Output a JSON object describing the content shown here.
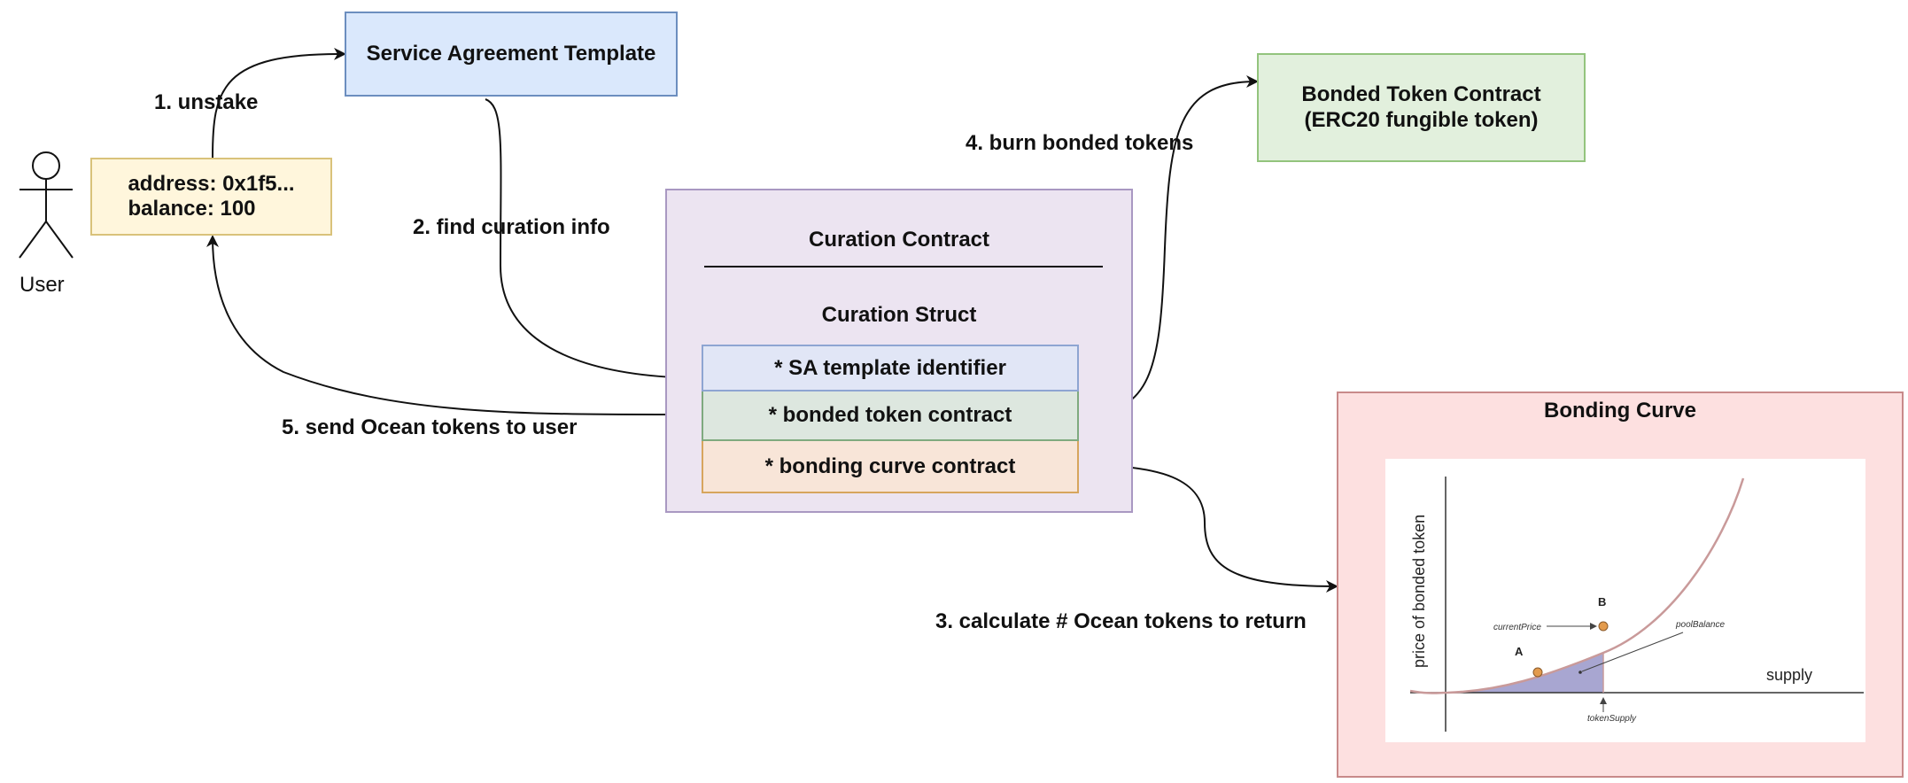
{
  "actor": {
    "label": "User"
  },
  "wallet": {
    "address_line": "address: 0x1f5...",
    "balance_line": "balance: 100"
  },
  "service_agreement": {
    "label": "Service Agreement Template"
  },
  "bonded_token": {
    "line1": "Bonded Token Contract",
    "line2": "(ERC20 fungible token)"
  },
  "curation": {
    "title": "Curation Contract",
    "struct_title": "Curation Struct",
    "fields": [
      "* SA template identifier",
      "* bonded token contract",
      "* bonding curve contract"
    ]
  },
  "bonding_curve": {
    "title": "Bonding Curve",
    "chart": {
      "ylabel": "price of bonded token",
      "xlabel": "supply",
      "point_a": "A",
      "point_b": "B",
      "current_price": "currentPrice",
      "pool_balance": "poolBalance",
      "token_supply": "tokenSupply"
    }
  },
  "steps": {
    "step1": "1. unstake",
    "step2": "2. find curation info",
    "step3": "3. calculate # Ocean tokens to return",
    "step4": "4. burn bonded tokens",
    "step5": "5. send Ocean tokens to user"
  },
  "colors": {
    "wallet_fill": "#fff6dc",
    "wallet_border": "#d9c27a",
    "sa_fill": "#dae8fc",
    "sa_border": "#6c8ebf",
    "bonded_fill": "#e2f0dd",
    "bonded_border": "#93c47d",
    "curation_fill": "#ece4f1",
    "curation_border": "#a998c2",
    "field1_fill": "#e1e6f6",
    "field1_border": "#8ea5d2",
    "field2_fill": "#dde7df",
    "field2_border": "#7faa7f",
    "field3_fill": "#f8e5d8",
    "field3_border": "#d7a55e",
    "bonding_fill": "#fde0e0",
    "bonding_border": "#c88a8a",
    "curve_color": "#c99a9a",
    "area_fill": "#a8a6d1",
    "point_fill": "#e39b4d"
  }
}
